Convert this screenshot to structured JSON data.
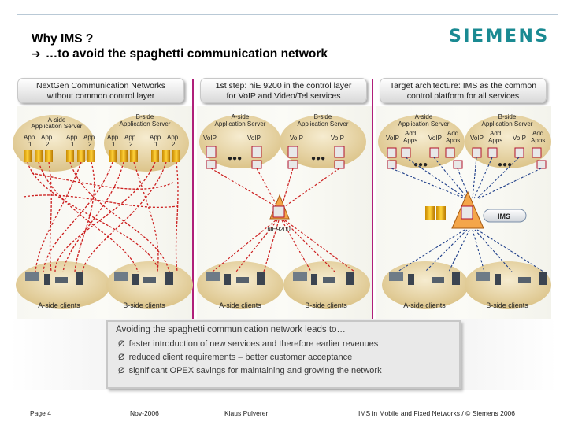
{
  "title": {
    "line1": "Why IMS ?",
    "line2": "…to avoid the spaghetti communication network"
  },
  "logo": "SIEMENS",
  "panels": [
    {
      "header_line1": "NextGen Communication Networks",
      "header_line2": "without common control layer"
    },
    {
      "header_line1": "1st step: hiE 9200 in the control layer",
      "header_line2": "for VoIP and Video/Tel services"
    },
    {
      "header_line1": "Target architecture: IMS as the common",
      "header_line2": "control platform for all services"
    }
  ],
  "diagram": {
    "aside_server_line1": "A-side",
    "aside_server_line2": "Application Server",
    "bside_server_line1": "B-side",
    "bside_server_line2": "Application Server",
    "app": "App.",
    "n1": "1",
    "n2": "2",
    "voip": "VoIP",
    "add": "Add.",
    "apps": "Apps",
    "ims": "IMS",
    "hie": "hiE9200",
    "aside_clients": "A-side clients",
    "bside_clients": "B-side clients"
  },
  "box": {
    "heading": "Avoiding the spaghetti communication network leads to…",
    "bullets": [
      "faster introduction of new services and therefore earlier revenues",
      "reduced client requirements – better customer acceptance",
      "significant OPEX savings for maintaining and growing the network"
    ]
  },
  "footer": {
    "page": "Page 4",
    "date": "Nov-2006",
    "author": "Klaus Pulverer",
    "title": "IMS in Mobile and Fixed Networks / © Siemens 2006"
  },
  "colors": {
    "accent": "#b01f7a",
    "logo": "#1a8a92",
    "spaghetti_line": "#cc1f1f",
    "server_blob": "#ecd9a8"
  }
}
